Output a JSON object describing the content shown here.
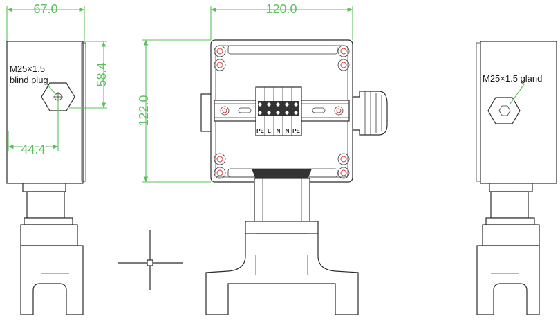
{
  "dimensions": {
    "left_width": "67.0",
    "left_height": "58.4",
    "left_offset": "44.4",
    "front_width": "120.0",
    "front_height": "122.0"
  },
  "labels": {
    "blind_plug_line1": "M25×1.5",
    "blind_plug_line2": "blind plug",
    "gland": "M25×1.5 gland"
  },
  "terminals": [
    "PE",
    "L",
    "N",
    "N",
    "PE"
  ],
  "colors": {
    "dimension": "#5cc05c",
    "mounting_holes": "#d93030",
    "outline": "#2b2b2b"
  }
}
